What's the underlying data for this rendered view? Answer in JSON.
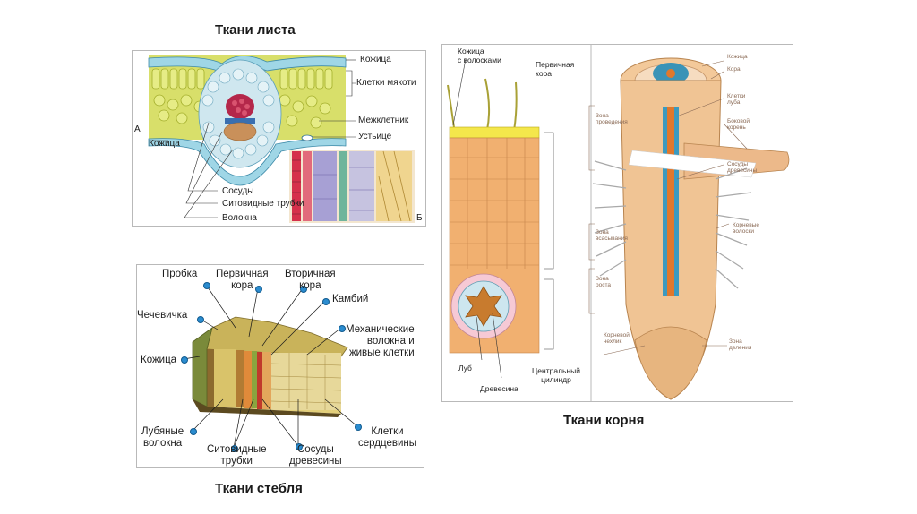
{
  "titles": {
    "leaf": "Ткани листа",
    "stem": "Ткани стебля",
    "root": "Ткани корня"
  },
  "leaf": {
    "labels": {
      "skin_top": "Кожица",
      "mesophyll": "Клетки мякоти",
      "intercellular": "Межклетник",
      "stoma": "Устьице",
      "skin_left": "Кожица",
      "vessels": "Сосуды",
      "sieve": "Ситовидные трубки",
      "fibers": "Волокна",
      "letter_a": "А",
      "letter_b": "Б"
    }
  },
  "stem": {
    "labels": {
      "cork": "Пробка",
      "primary_cortex": "Первичная\nкора",
      "secondary_cortex": "Вторичная\nкора",
      "cambium": "Камбий",
      "lenticel": "Чечевичка",
      "mechanical": "Механические\nволокна и\nживые клетки",
      "skin": "Кожица",
      "bast_fibers": "Лубяные\nволокна",
      "sieve_tubes": "Ситовидные\nтрубки",
      "wood_vessels": "Сосуды\nдревесины",
      "pith_cells": "Клетки\nсердцевины"
    }
  },
  "root": {
    "labels": {
      "skin_hairs": "Кожица\nс волосками",
      "primary_cortex": "Первичная\nкора",
      "phloem": "Луб",
      "xylem": "Древесина",
      "central_cylinder": "Центральный\nцилиндр",
      "r_skin": "Кожица",
      "r_cortex": "Кора",
      "r_phloem_cells": "Клетки\nлуба",
      "r_lateral_root": "Боковой\nкорень",
      "r_wood_vessels": "Сосуды\nдревесины",
      "r_root_hairs": "Корневые\nволоски",
      "r_conduction": "Зона\nпроведения",
      "r_absorption": "Зона\nвсасывания",
      "r_growth": "Зона\nроста",
      "r_root_cap": "Корневой\nчехлик",
      "r_division": "Зона\nделения"
    }
  }
}
